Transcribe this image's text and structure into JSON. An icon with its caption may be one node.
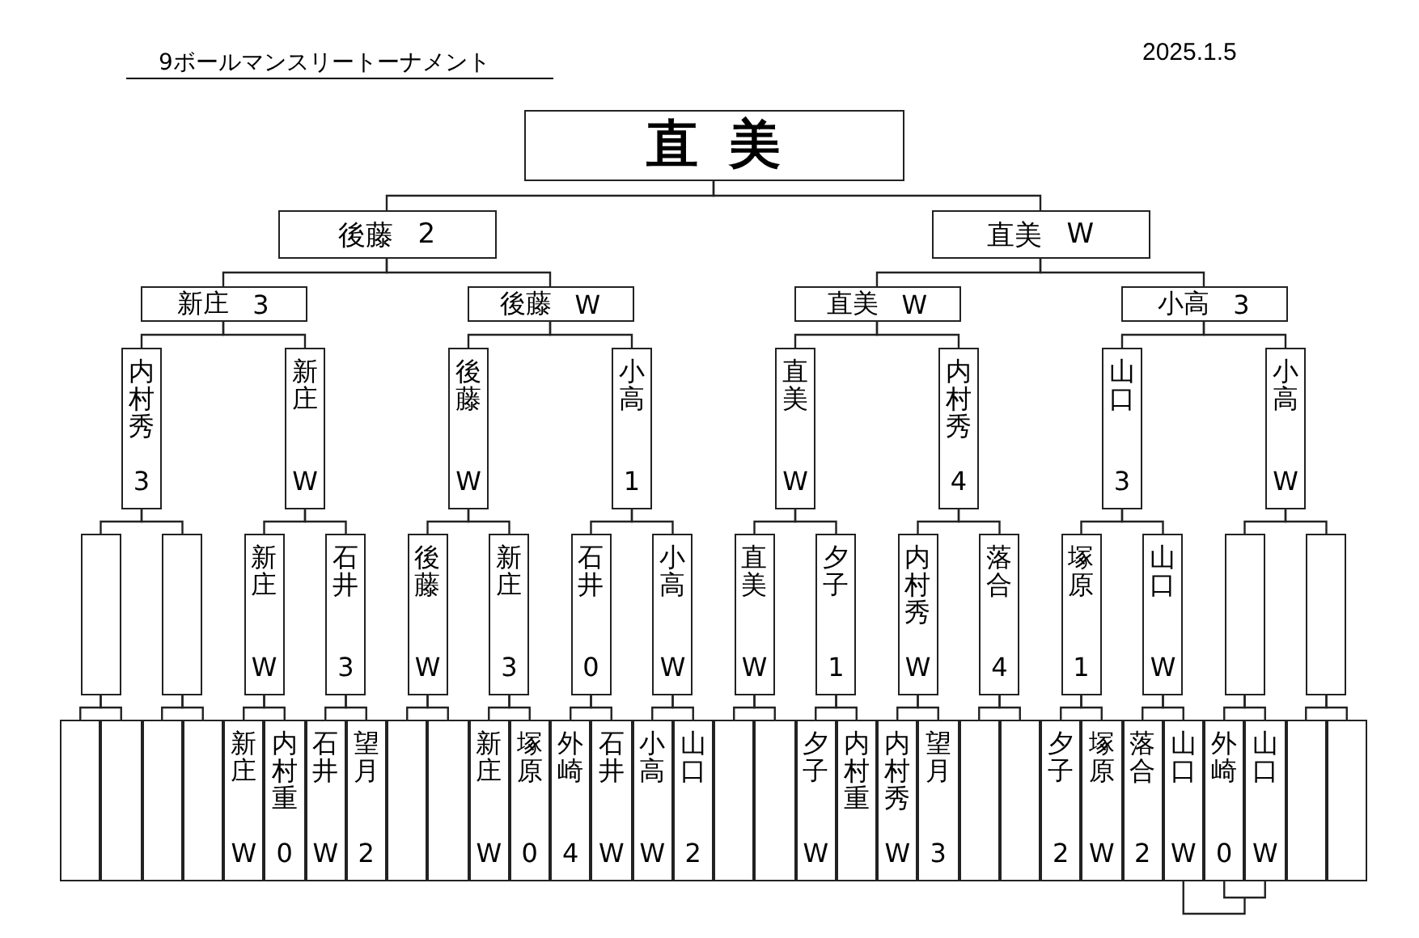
{
  "diagram": {
    "title": "9ボールマンスリートーナメント",
    "nodes": [
      {
        "text": [
          "直美"
        ]
      },
      {
        "text": [
          "後藤",
          "2"
        ]
      },
      {
        "text": [
          "直美",
          "W"
        ]
      },
      {
        "text": [
          "新庄",
          "3"
        ]
      },
      {
        "text": [
          "後藤",
          "W"
        ]
      },
      {
        "text": [
          "直美",
          "W"
        ]
      },
      {
        "text": [
          "小高",
          "3"
        ]
      },
      {
        "text": [
          "内村秀",
          "3"
        ]
      },
      {
        "text": [
          "新庄",
          "W"
        ]
      },
      {
        "text": [
          "後藤",
          "W"
        ]
      },
      {
        "text": [
          "小高",
          "1"
        ]
      },
      {
        "text": [
          "直美",
          "W"
        ]
      },
      {
        "text": [
          "内村秀",
          "4"
        ]
      },
      {
        "text": [
          "山口",
          "3"
        ]
      },
      {
        "text": [
          "小高",
          "W"
        ]
      },
      {
        "text": [],
        "shape": "box"
      },
      {
        "text": [],
        "shape": "box"
      },
      {
        "text": [
          "新庄",
          "W"
        ]
      },
      {
        "text": [
          "石井",
          "3"
        ]
      },
      {
        "text": [
          "後藤",
          "W"
        ]
      },
      {
        "text": [
          "新庄",
          "3"
        ]
      },
      {
        "text": [
          "石井",
          "0"
        ]
      },
      {
        "text": [
          "小高",
          "W"
        ]
      },
      {
        "text": [
          "直美",
          "W"
        ]
      },
      {
        "text": [
          "夕子",
          "1"
        ]
      },
      {
        "text": [
          "内村秀",
          "W"
        ]
      },
      {
        "text": [
          "落合",
          "4"
        ]
      },
      {
        "text": [
          "塚原",
          "1"
        ]
      },
      {
        "text": [
          "山口",
          "W"
        ]
      },
      {
        "text": [],
        "shape": "box"
      },
      {
        "text": [],
        "shape": "box"
      },
      {
        "text": [],
        "shape": "box"
      },
      {
        "text": [],
        "shape": "box"
      },
      {
        "text": [],
        "shape": "box"
      },
      {
        "text": [],
        "shape": "box"
      },
      {
        "text": [
          "新庄",
          "W"
        ]
      },
      {
        "text": [
          "内村重",
          "0"
        ]
      },
      {
        "text": [
          "石井",
          "W"
        ]
      },
      {
        "text": [
          "望月",
          "2"
        ]
      },
      {
        "text": [],
        "shape": "box"
      },
      {
        "text": [],
        "shape": "box"
      },
      {
        "text": [
          "新庄",
          "W"
        ]
      },
      {
        "text": [
          "塚原",
          "0"
        ]
      },
      {
        "text": [
          "外崎",
          "4"
        ]
      },
      {
        "text": [
          "石井",
          "W"
        ]
      },
      {
        "text": [
          "小高",
          "W"
        ]
      },
      {
        "text": [
          "山口",
          "2"
        ]
      },
      {
        "text": [],
        "shape": "box"
      },
      {
        "text": [],
        "shape": "box"
      },
      {
        "text": [
          "夕子",
          "W"
        ]
      },
      {
        "text": [
          "内村重"
        ]
      },
      {
        "text": [
          "内村秀",
          "W"
        ]
      },
      {
        "text": [
          "望月",
          "3"
        ]
      },
      {
        "text": [],
        "shape": "box"
      },
      {
        "text": [],
        "shape": "box"
      },
      {
        "text": [
          "夕子",
          "2"
        ]
      },
      {
        "text": [
          "塚原",
          "W"
        ]
      },
      {
        "text": [
          "落合",
          "2"
        ]
      },
      {
        "text": [
          "山口",
          "W"
        ]
      },
      {
        "text": [
          "外崎",
          "0"
        ]
      },
      {
        "text": [
          "山口",
          "W"
        ]
      },
      {
        "text": [],
        "shape": "box"
      },
      {
        "text": [],
        "shape": "box"
      }
    ],
    "edges": [
      {
        "from": 0,
        "to": 1,
        "arrow": "none"
      },
      {
        "from": 0,
        "to": 2,
        "arrow": "none"
      },
      {
        "from": 1,
        "to": 3,
        "arrow": "none"
      },
      {
        "from": 1,
        "to": 4,
        "arrow": "none"
      },
      {
        "from": 2,
        "to": 5,
        "arrow": "none"
      },
      {
        "from": 2,
        "to": 6,
        "arrow": "none"
      },
      {
        "from": 3,
        "to": 7,
        "arrow": "none"
      },
      {
        "from": 3,
        "to": 8,
        "arrow": "none"
      },
      {
        "from": 4,
        "to": 9,
        "arrow": "none"
      },
      {
        "from": 4,
        "to": 10,
        "arrow": "none"
      },
      {
        "from": 5,
        "to": 11,
        "arrow": "none"
      },
      {
        "from": 5,
        "to": 12,
        "arrow": "none"
      },
      {
        "from": 6,
        "to": 13,
        "arrow": "none"
      },
      {
        "from": 6,
        "to": 14,
        "arrow": "none"
      },
      {
        "from": 7,
        "to": 15,
        "arrow": "none"
      },
      {
        "from": 7,
        "to": 16,
        "arrow": "none"
      },
      {
        "from": 8,
        "to": 17,
        "arrow": "none"
      },
      {
        "from": 8,
        "to": 18,
        "arrow": "none"
      },
      {
        "from": 9,
        "to": 19,
        "arrow": "none"
      },
      {
        "from": 9,
        "to": 20,
        "arrow": "none"
      },
      {
        "from": 10,
        "to": 21,
        "arrow": "none"
      },
      {
        "from": 10,
        "to": 22,
        "arrow": "none"
      },
      {
        "from": 11,
        "to": 23,
        "arrow": "none"
      },
      {
        "from": 11,
        "to": 24,
        "arrow": "none"
      },
      {
        "from": 12,
        "to": 25,
        "arrow": "none"
      },
      {
        "from": 12,
        "to": 26,
        "arrow": "none"
      },
      {
        "from": 13,
        "to": 27,
        "arrow": "none"
      },
      {
        "from": 13,
        "to": 28,
        "arrow": "none"
      },
      {
        "from": 14,
        "to": 29,
        "arrow": "none"
      },
      {
        "from": 14,
        "to": 30,
        "arrow": "none"
      },
      {
        "from": 15,
        "to": 31,
        "arrow": "none"
      },
      {
        "from": 15,
        "to": 32,
        "arrow": "none"
      },
      {
        "from": 16,
        "to": 33,
        "arrow": "none"
      },
      {
        "from": 16,
        "to": 34,
        "arrow": "none"
      },
      {
        "from": 17,
        "to": 35,
        "arrow": "none"
      },
      {
        "from": 17,
        "to": 36,
        "arrow": "none"
      },
      {
        "from": 18,
        "to": 37,
        "arrow": "none"
      },
      {
        "from": 18,
        "to": 38,
        "arrow": "none"
      },
      {
        "from": 19,
        "to": 39,
        "arrow": "none"
      },
      {
        "from": 19,
        "to": 40,
        "arrow": "none"
      },
      {
        "from": 20,
        "to": 41,
        "arrow": "none"
      },
      {
        "from": 20,
        "to": 42,
        "arrow": "none"
      },
      {
        "from": 21,
        "to": 43,
        "arrow": "none"
      },
      {
        "from": 21,
        "to": 44,
        "arrow": "none"
      },
      {
        "from": 22,
        "to": 45,
        "arrow": "none"
      },
      {
        "from": 22,
        "to": 46,
        "arrow": "none"
      },
      {
        "from": 23,
        "to": 47,
        "arrow": "none"
      },
      {
        "from": 23,
        "to": 48,
        "arrow": "none"
      },
      {
        "from": 24,
        "to": 49,
        "arrow": "none"
      },
      {
        "from": 24,
        "to": 50,
        "arrow": "none"
      },
      {
        "from": 25,
        "to": 51,
        "arrow": "none"
      },
      {
        "from": 25,
        "to": 52,
        "arrow": "none"
      },
      {
        "from": 26,
        "to": 53,
        "arrow": "none"
      },
      {
        "from": 26,
        "to": 54,
        "arrow": "none"
      },
      {
        "from": 27,
        "to": 55,
        "arrow": "none"
      },
      {
        "from": 27,
        "to": 56,
        "arrow": "none"
      },
      {
        "from": 28,
        "to": 57,
        "arrow": "none"
      },
      {
        "from": 28,
        "to": 58,
        "arrow": "none"
      },
      {
        "from": 29,
        "to": 59,
        "arrow": "none"
      },
      {
        "from": 29,
        "to": 60,
        "arrow": "none"
      },
      {
        "from": 30,
        "to": 61,
        "arrow": "none"
      },
      {
        "from": 30,
        "to": 62,
        "arrow": "none"
      },
      {
        "from": 59,
        "to": 60,
        "arrow": "none"
      },
      {
        "from": 58,
        "to": 59,
        "arrow": "none"
      },
      {
        "from": 58,
        "to": 60,
        "arrow": "none"
      }
    ],
    "labels": [
      "2025.1.5"
    ]
  }
}
